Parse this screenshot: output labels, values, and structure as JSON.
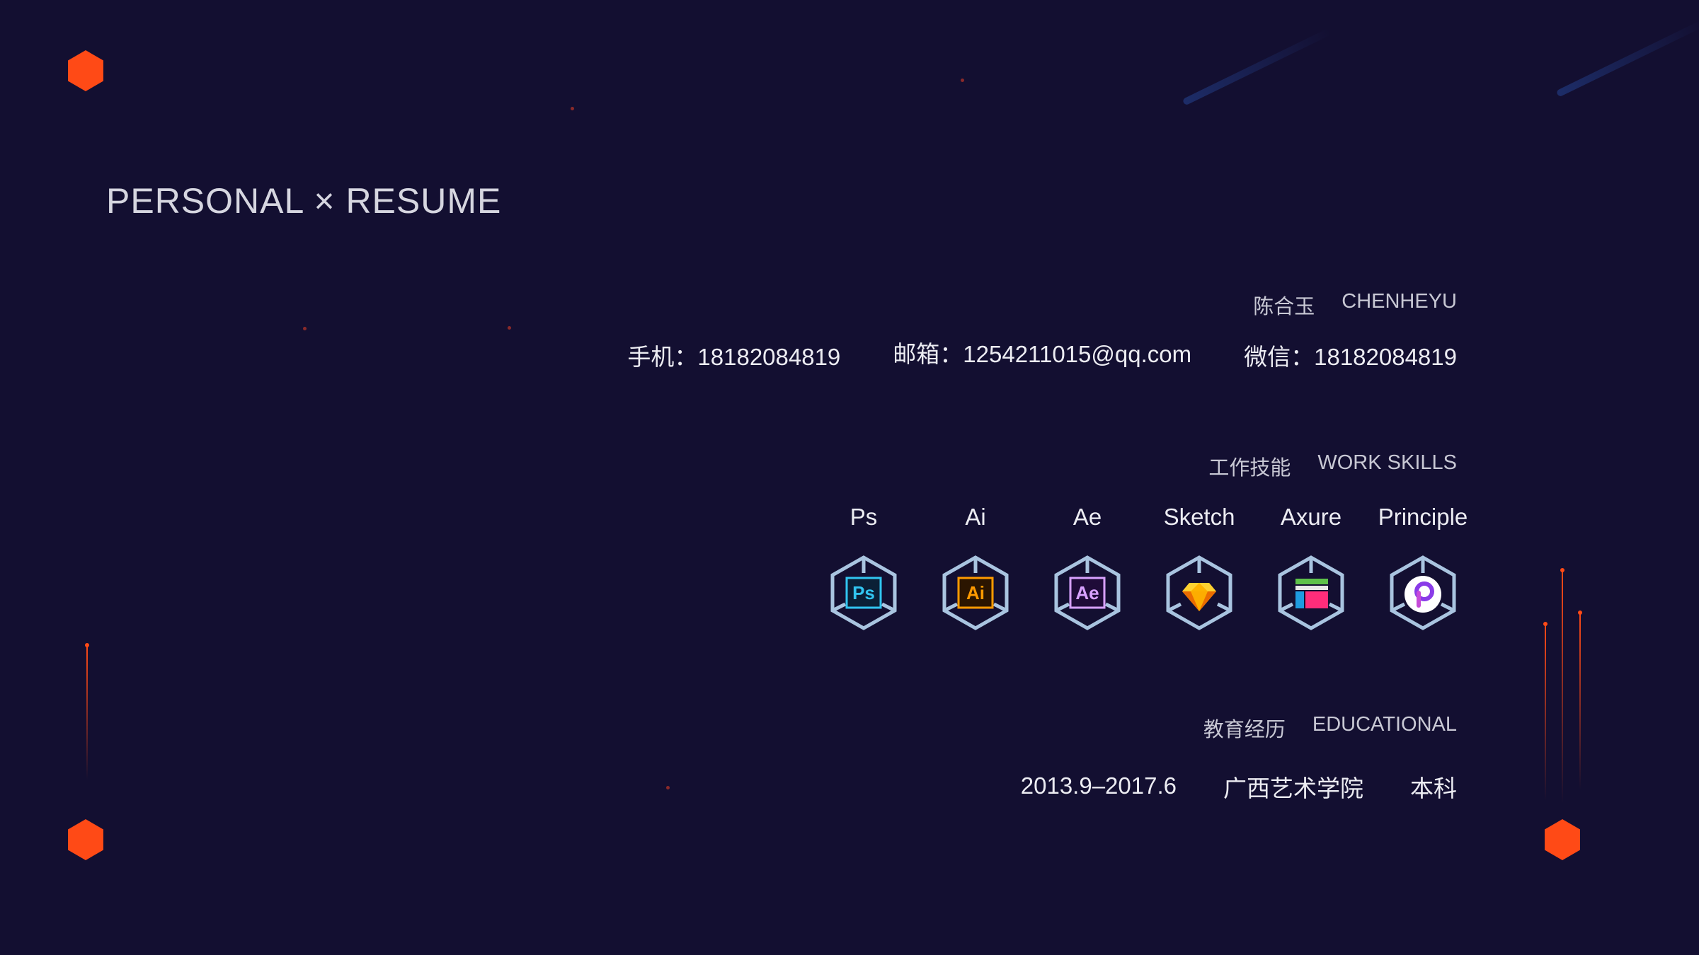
{
  "colors": {
    "background": "#130f31",
    "accent": "#ff4a16",
    "hex_stroke": "#a9c4e0"
  },
  "header": {
    "title": "PERSONAL × RESUME"
  },
  "profile": {
    "name_cn": "陈合玉",
    "name_en": "CHENHEYU"
  },
  "contact": [
    {
      "label": "手机：",
      "value": "18182084819"
    },
    {
      "label": "邮箱：",
      "value": "1254211015@qq.com"
    },
    {
      "label": "微信：",
      "value": "18182084819"
    }
  ],
  "skills": {
    "heading_cn": "工作技能",
    "heading_en": "WORK SKILLS",
    "items": [
      {
        "label": "Ps",
        "icon": "photoshop-icon",
        "abbr": "Ps",
        "color": "#31c5f0"
      },
      {
        "label": "Ai",
        "icon": "illustrator-icon",
        "abbr": "Ai",
        "color": "#ff9a00"
      },
      {
        "label": "Ae",
        "icon": "after-effects-icon",
        "abbr": "Ae",
        "color": "#d8a1ff"
      },
      {
        "label": "Sketch",
        "icon": "sketch-icon"
      },
      {
        "label": "Axure",
        "icon": "axure-icon"
      },
      {
        "label": "Principle",
        "icon": "principle-icon"
      }
    ]
  },
  "education": {
    "heading_cn": "教育经历",
    "heading_en": "EDUCATIONAL",
    "period": "2013.9–2017.6",
    "school": "广西艺术学院",
    "degree": "本科"
  }
}
